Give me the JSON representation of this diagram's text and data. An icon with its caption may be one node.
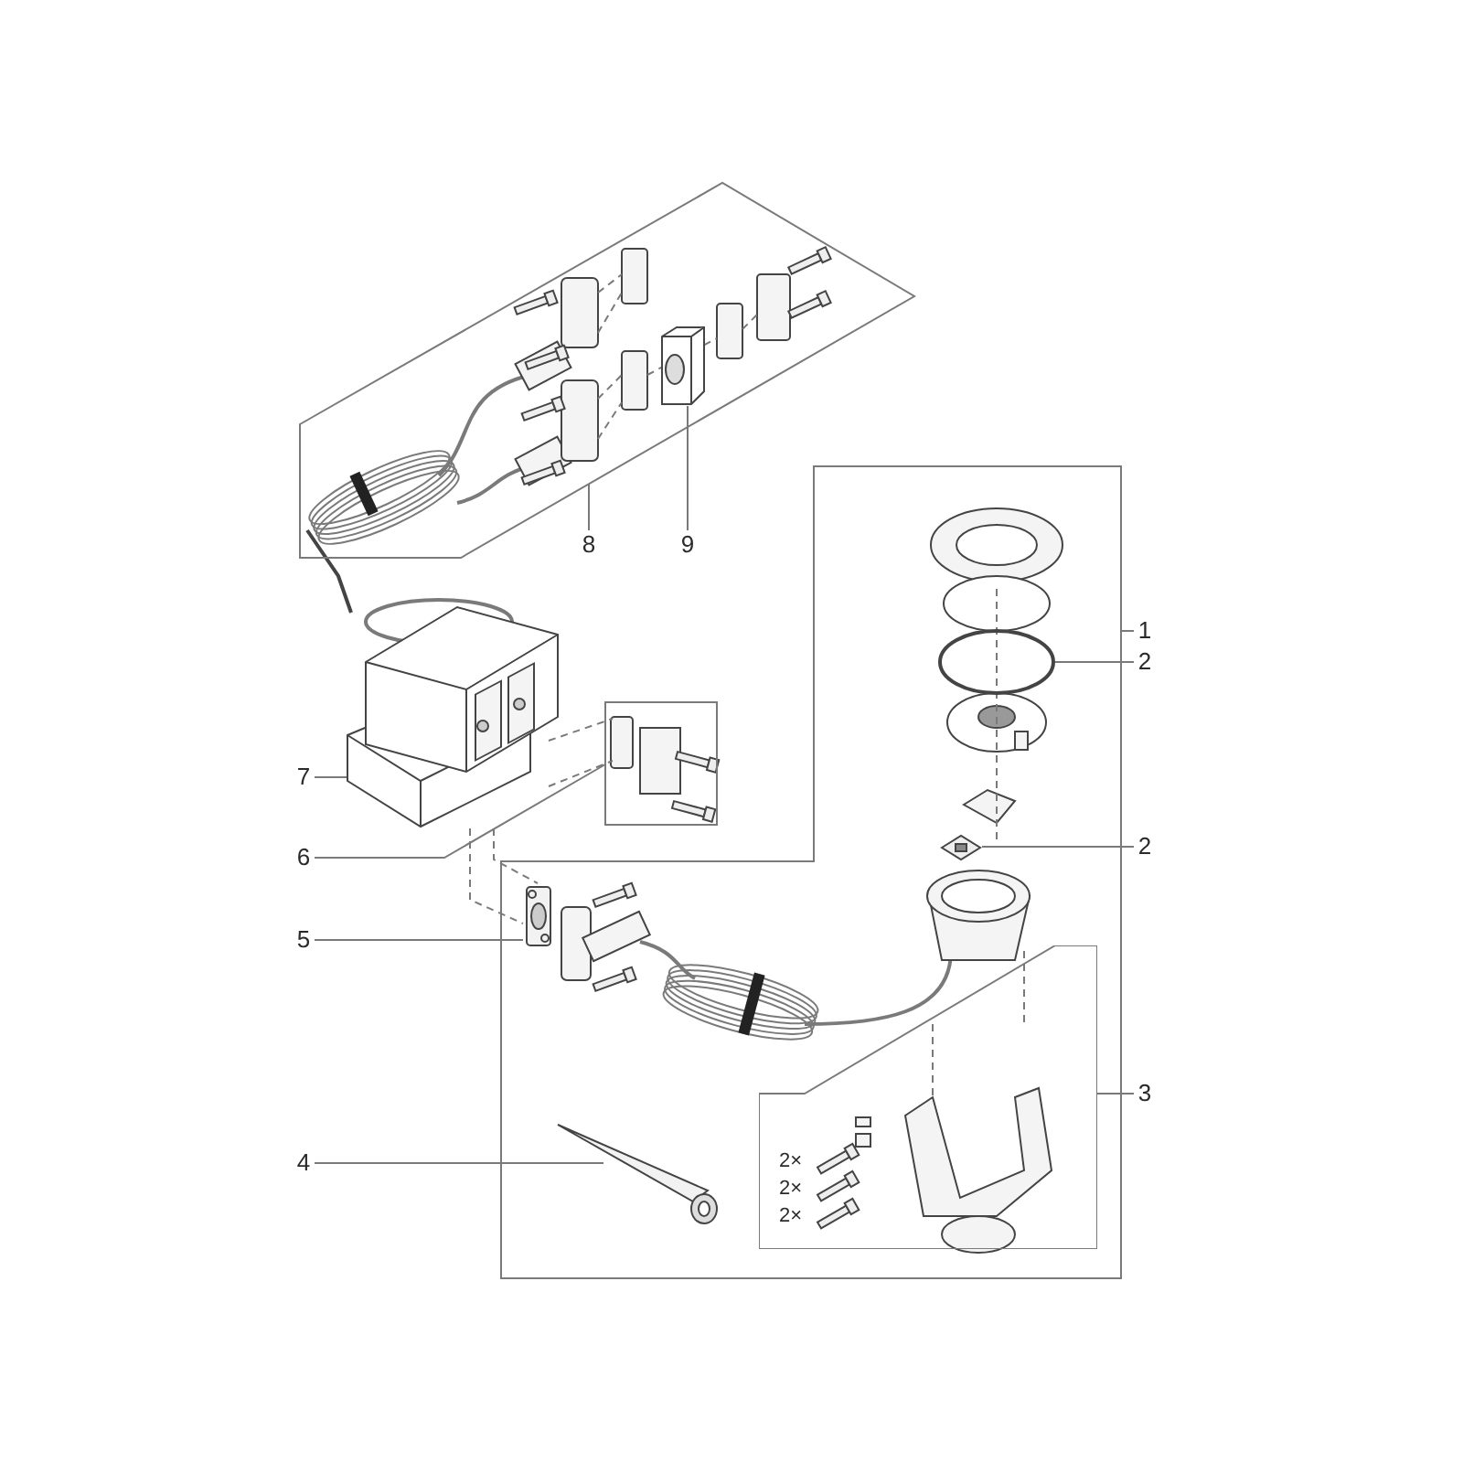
{
  "diagram": {
    "nodes": [
      {
        "text": [],
        "shape": "box"
      },
      {
        "text": [],
        "shape": "picture",
        "in": 0
      },
      {
        "text": [
          "8"
        ]
      },
      {
        "text": [
          "9"
        ]
      },
      {
        "text": [],
        "shape": "box"
      },
      {
        "text": [],
        "shape": "circle",
        "in": 4
      },
      {
        "text": [],
        "shape": "picture",
        "in": 4
      },
      {
        "text": [],
        "shape": "box",
        "in": 4
      },
      {
        "text": [
          "1"
        ]
      },
      {
        "text": [
          "2"
        ]
      },
      {
        "text": [
          "2"
        ]
      },
      {
        "text": [
          "3"
        ]
      },
      {
        "text": [],
        "shape": "picture"
      },
      {
        "text": [],
        "shape": "box"
      },
      {
        "text": [
          "7"
        ]
      },
      {
        "text": [
          "6"
        ]
      },
      {
        "text": [],
        "shape": "picture",
        "in": 4
      },
      {
        "text": [],
        "shape": "picture",
        "in": 4
      },
      {
        "text": [
          "5"
        ]
      },
      {
        "text": [
          "4"
        ]
      }
    ],
    "edges": [
      {
        "from": 2,
        "to": 0,
        "arrow": "none"
      },
      {
        "from": 3,
        "to": 1,
        "arrow": "none"
      },
      {
        "from": 8,
        "to": 4,
        "arrow": "none"
      },
      {
        "from": 9,
        "to": 5,
        "arrow": "none"
      },
      {
        "from": 10,
        "to": 6,
        "arrow": "none"
      },
      {
        "from": 11,
        "to": 7,
        "arrow": "none"
      },
      {
        "from": 14,
        "to": 12,
        "arrow": "none"
      },
      {
        "from": 15,
        "to": 13,
        "arrow": "none"
      },
      {
        "from": 18,
        "to": 16,
        "arrow": "none"
      },
      {
        "from": 19,
        "to": 17,
        "arrow": "none"
      },
      {
        "from": 12,
        "to": 16,
        "arrow": "none",
        "style": "dashed"
      },
      {
        "from": 12,
        "to": 16,
        "arrow": "none",
        "style": "dashed"
      }
    ],
    "labels": [
      "2×",
      "2×",
      "2×"
    ]
  }
}
